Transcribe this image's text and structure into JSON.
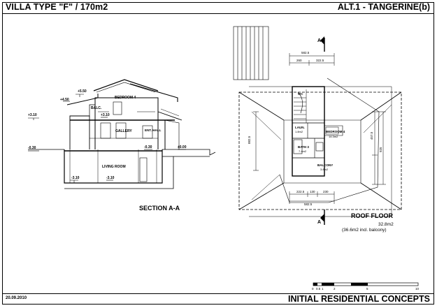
{
  "header": {
    "title": "VILLA TYPE \"F\" / 170m2",
    "alt": "ALT.1 - TANGERINE(b)"
  },
  "footer": {
    "date": "20.09.2010",
    "company": "INITIAL RESIDENTIAL CONCEPTS"
  },
  "section": {
    "title": "SECTION A-A",
    "rooms": {
      "bedroom": "BEDROOM 4",
      "balcony": "BALC.",
      "gallery": "GALLERY",
      "ent_hall": "ENT. HALL",
      "living_room": "LIVING ROOM"
    },
    "levels": {
      "roof_top": "+5.50",
      "roof_mid": "+4.50",
      "plus_310_left": "+3.10",
      "plus_310_right": "+3.10",
      "minus_030_left": "-0.30",
      "minus_030_right": "-0.30",
      "zero": "±0.00",
      "minus_310_left": "-3.10",
      "minus_310_right": "-3.10"
    }
  },
  "roof_plan": {
    "title": "ROOF FLOOR",
    "area": "32.8m2",
    "area_note": "(36.6m2 incl. balcony)",
    "section_marker_top": "A",
    "section_marker_bottom": "A",
    "rooms": {
      "wc": "WC",
      "laundry": "LAUN.",
      "laundry_area": "1.8m2",
      "bedroom": "BEDROOM 4",
      "bedroom_area": "14.3m2",
      "bath": "BATH 3",
      "bath_area": "7.4m2",
      "balcony": "BALCONY",
      "balcony_area": "3.8m2"
    },
    "dims": {
      "top_total": "582.5",
      "top_left": "260",
      "top_right": "322.5",
      "left_total": "882.5",
      "right_a": "457.5",
      "right_b": "925",
      "bot_a": "222.5",
      "bot_b": "130",
      "bot_c": "230",
      "bot_total": "582.5"
    }
  },
  "scale_bar": {
    "ticks": [
      "0",
      "0.5",
      "1",
      "2",
      "5",
      "10"
    ]
  }
}
